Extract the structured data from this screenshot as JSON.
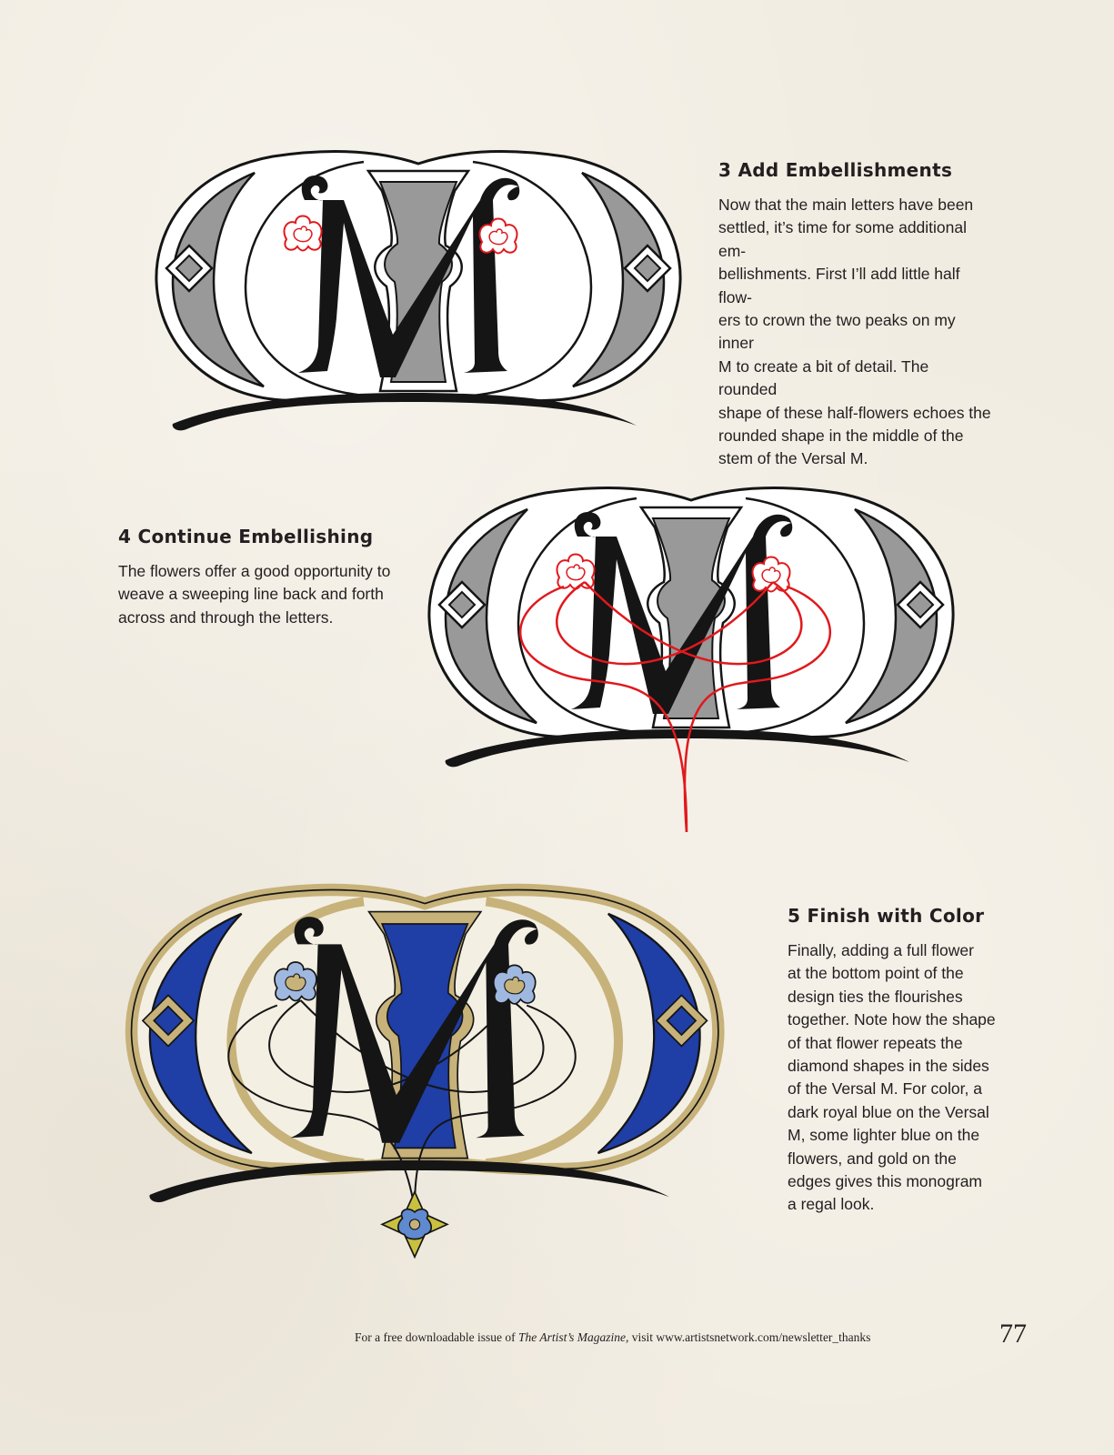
{
  "steps": [
    {
      "title": "3 Add Embellishments",
      "body": "Now that the main letters have been\nsettled, it’s time for some additional em-\nbellishments. First I’ll add little half flow-\ners to crown the two peaks on my inner\nM to create a bit of detail. The rounded\nshape of these half-flowers echoes the\nrounded shape in the middle of the\nstem of the Versal M."
    },
    {
      "title": "4 Continue Embellishing",
      "body": "The flowers offer a good opportunity to\nweave a sweeping line back and forth\nacross and through the letters."
    },
    {
      "title": "5 Finish with Color",
      "body": "Finally, adding a full flower\nat the bottom point of the\ndesign ties the flourishes\ntogether. Note how the shape\nof that flower repeats the\ndiamond shapes in the sides\nof the Versal M.  For color, a\ndark royal blue on the Versal\nM, some lighter blue on the\nflowers, and gold on the\nedges gives this monogram\na regal look."
    }
  ],
  "footer": {
    "prefix": "For a free downloadable issue of ",
    "magazine": "The Artist’s Magazine,",
    "suffix": " visit www.artistsnetwork.com/newsletter_thanks",
    "page_number": "77"
  },
  "colors": {
    "gray_fill": "#999999",
    "flourish_red": "#e0191d",
    "royal_blue": "#1f3ea6",
    "light_blue": "#9fb8e0",
    "gold": "#c7b27a",
    "ink": "#151515"
  }
}
